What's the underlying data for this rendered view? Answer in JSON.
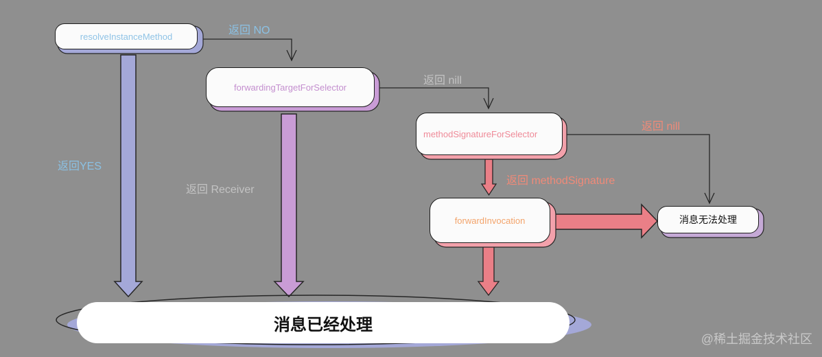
{
  "nodes": {
    "resolve": "resolveInstanceMethod",
    "forwarding_target": "forwardingTargetForSelector",
    "method_signature": "methodSignatureForSelector",
    "forward_invocation": "forwardInvocation",
    "unhandled": "消息无法处理",
    "handled": "消息已经处理"
  },
  "edges": {
    "resolve_no": "返回 NO",
    "resolve_yes": "返回YES",
    "forwarding_nil": "返回 nill",
    "forwarding_receiver": "返回 Receiver",
    "signature_nil": "返回 nill",
    "signature_returned": "返回 methodSignature"
  },
  "watermark": "@稀土掘金技术社区",
  "colors": {
    "background": "#8f8f8f",
    "blue": "#a4a8d8",
    "purple": "#c99cd6",
    "pink": "#f3a1ab",
    "red_arrow": "#ea7f87",
    "resolve_text": "#8fc3e6",
    "forwarding_text": "#c48fcf",
    "signature_text": "#ef8a98",
    "invocation_text": "#f3a36a",
    "edge_blue": "#8bc1e4",
    "edge_gray": "#c3c3c3",
    "edge_salmon": "#f08a78"
  }
}
